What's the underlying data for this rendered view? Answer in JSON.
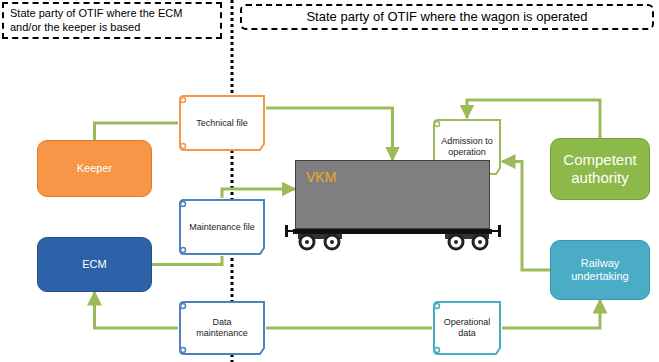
{
  "diagram": {
    "nodes": [
      {
        "text": [
          "State party of OTIF where the ECM and/or the keeper is based"
        ]
      },
      {
        "text": [
          "State party of OTIF where the wagon is operated"
        ]
      },
      {
        "text": [
          "Technical file"
        ]
      },
      {
        "text": [
          "Admission to operation"
        ]
      },
      {
        "text": [
          "Keeper"
        ]
      },
      {
        "text": [
          "VKM"
        ]
      },
      {
        "text": [
          "Competent authority"
        ]
      },
      {
        "text": [
          "Maintenance file"
        ]
      },
      {
        "text": [
          "ECM"
        ]
      },
      {
        "text": [
          "Railway undertaking"
        ]
      },
      {
        "text": [
          "Data maintenance"
        ]
      },
      {
        "text": [
          "Operational data"
        ]
      }
    ],
    "edges": [
      {
        "from": 4,
        "to": 2,
        "arrow": "none"
      },
      {
        "from": 2,
        "to": 5,
        "arrow": "to"
      },
      {
        "from": 6,
        "to": 3,
        "arrow": "to"
      },
      {
        "from": 9,
        "to": 3,
        "arrow": "to"
      },
      {
        "from": 8,
        "to": 7,
        "arrow": "none"
      },
      {
        "from": 7,
        "to": 5,
        "arrow": "to"
      },
      {
        "from": 10,
        "to": 8,
        "arrow": "to"
      },
      {
        "from": 11,
        "to": 10,
        "arrow": "none"
      },
      {
        "from": 11,
        "to": 9,
        "arrow": "to"
      }
    ]
  }
}
